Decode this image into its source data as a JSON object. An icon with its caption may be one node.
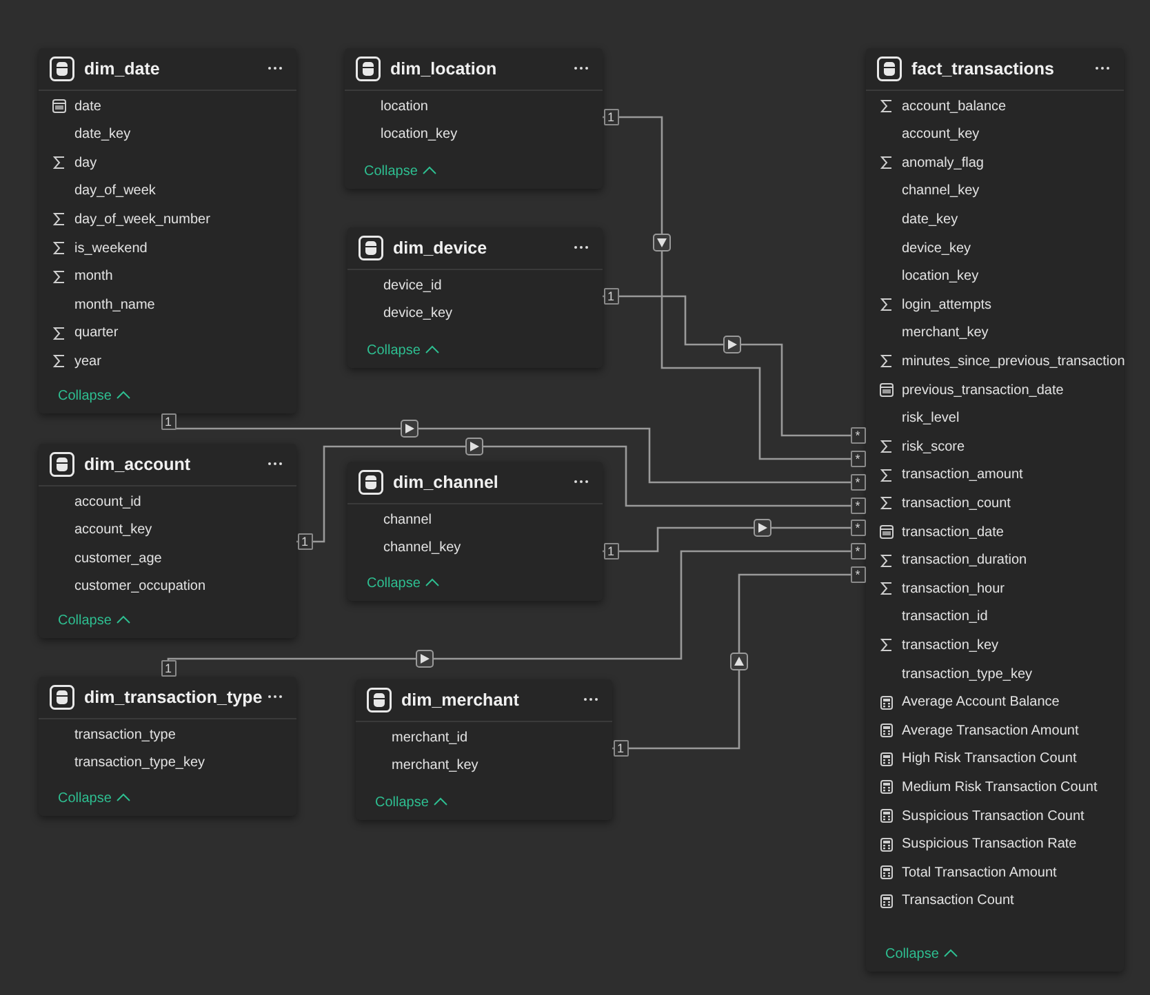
{
  "diagram": {
    "nodes": [
      {
        "text": [
          "dim_date",
          "date",
          "date_key",
          "day",
          "day_of_week",
          "day_of_week_number",
          "is_weekend",
          "month",
          "month_name",
          "quarter",
          "year",
          "Collapse"
        ]
      },
      {
        "text": [
          "dim_location",
          "location",
          "location_key",
          "Collapse"
        ]
      },
      {
        "text": [
          "fact_transactions",
          "account_balance",
          "account_key",
          "anomaly_flag",
          "channel_key",
          "date_key",
          "device_key",
          "location_key",
          "login_attempts",
          "merchant_key",
          "minutes_since_previous_transaction",
          "previous_transaction_date",
          "risk_level",
          "risk_score",
          "transaction_amount",
          "transaction_count",
          "transaction_date",
          "transaction_duration",
          "transaction_hour",
          "transaction_id",
          "transaction_key",
          "transaction_type_key",
          "Average Account Balance",
          "Average Transaction Amount",
          "High Risk Transaction Count",
          "Medium Risk Transaction Count",
          "Suspicious Transaction Count",
          "Suspicious Transaction Rate",
          "Total Transaction Amount",
          "Transaction Count",
          "Collapse"
        ]
      },
      {
        "text": [
          "dim_device",
          "device_id",
          "device_key",
          "Collapse"
        ]
      },
      {
        "text": [
          "dim_account",
          "account_id",
          "account_key",
          "customer_age",
          "customer_occupation",
          "Collapse"
        ]
      },
      {
        "text": [
          "dim_channel",
          "channel",
          "channel_key",
          "Collapse"
        ]
      },
      {
        "text": [
          "dim_transaction_type",
          "transaction_type",
          "transaction_type_key",
          "Collapse"
        ]
      },
      {
        "text": [
          "dim_merchant",
          "merchant_id",
          "merchant_key",
          "Collapse"
        ]
      }
    ],
    "edges": [
      {
        "from": 3,
        "to": 2,
        "arrow": "to"
      },
      {
        "from": 1,
        "to": 2,
        "arrow": "to"
      },
      {
        "from": 0,
        "to": 2,
        "arrow": "to"
      },
      {
        "from": 4,
        "to": 2,
        "arrow": "to"
      },
      {
        "from": 5,
        "to": 2,
        "arrow": "to"
      },
      {
        "from": 6,
        "to": 2,
        "arrow": "to"
      },
      {
        "from": 7,
        "to": 2,
        "arrow": "to"
      }
    ],
    "labels": [
      "1",
      "*",
      "1",
      "*",
      "1",
      "*",
      "1",
      "*",
      "1",
      "*",
      "1",
      "*",
      "1",
      "*"
    ]
  }
}
